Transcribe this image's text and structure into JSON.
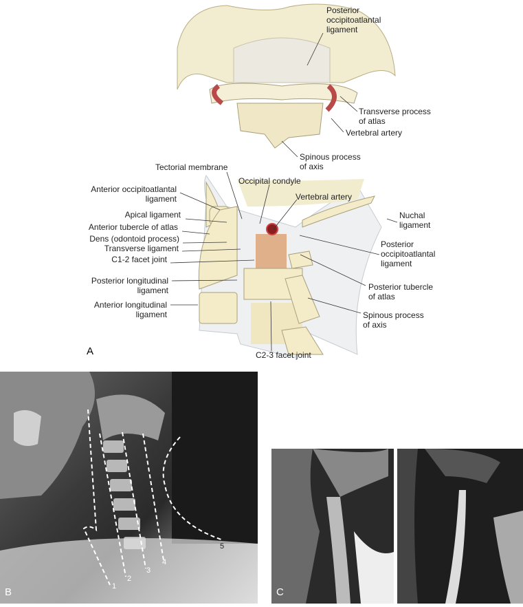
{
  "figure": {
    "panel_a": {
      "letter": "A",
      "top_labels": {
        "posterior_oa": "Posterior\noccipitoatlantal\nligament",
        "transverse_process": "Transverse process\nof atlas",
        "vertebral_artery": "Vertebral artery",
        "spinous_process": "Spinous process\nof axis"
      },
      "lateral_labels": {
        "tectorial": "Tectorial membrane",
        "occipital_condyle": "Occipital condyle",
        "vertebral_artery": "Vertebral artery",
        "anterior_oa": "Anterior occipitoatlantal\nligament",
        "apical": "Apical ligament",
        "anterior_tubercle": "Anterior tubercle of atlas",
        "dens": "Dens (odontoid process)",
        "transverse_lig": "Transverse ligament",
        "c12": "C1-2 facet joint",
        "posterior_long": "Posterior longitudinal\nligament",
        "anterior_long": "Anterior longitudinal\nligament",
        "c23": "C2-3 facet joint",
        "nuchal": "Nuchal\nligament",
        "posterior_oa": "Posterior\noccipitoatlantal\nligament",
        "posterior_tubercle": "Posterior tubercle\nof atlas",
        "spinous_axis": "Spinous process\nof axis"
      }
    },
    "panel_b": {
      "letter": "B",
      "lines": [
        "1",
        "2",
        "3",
        "4",
        "5"
      ]
    },
    "panel_c": {
      "letter": "C"
    }
  }
}
